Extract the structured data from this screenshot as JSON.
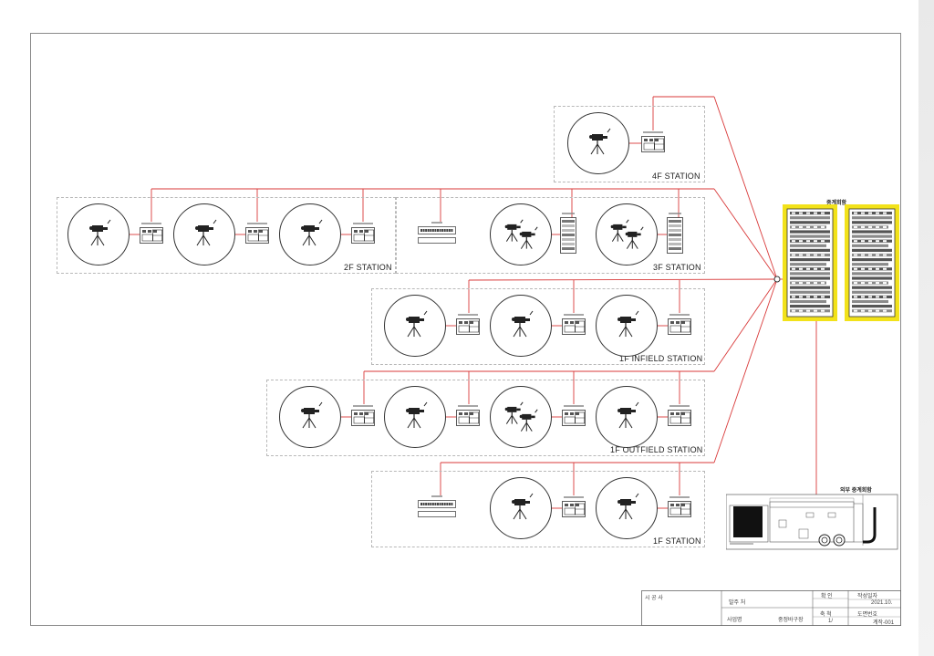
{
  "stations": {
    "s4f": "4F STATION",
    "s2f": "2F STATION",
    "s3f": "3F STATION",
    "s1f_infield": "1F INFIELD STATION",
    "s1f_outfield": "1F OUTFIELD STATION",
    "s1f": "1F STATION"
  },
  "racks": {
    "main_title": "중계회함",
    "truck_title": "외부 중계회함"
  },
  "title_block": {
    "contractor_label": "시 공 사",
    "client_label": "발주 처",
    "project_label": "사업명",
    "project_value": "중정바구장",
    "date_label": "작성일자",
    "date_value": "2021.10.",
    "scale_label": "축 척",
    "scale_value": "1/",
    "drawing_no_label": "도면번호",
    "drawing_no_value": "계작-001",
    "check_label": "확 인"
  },
  "colors": {
    "cable": "#d93a3a",
    "rack_highlight": "#f2e21a",
    "line": "#333333"
  },
  "icons": [
    "camera-icon",
    "tripod-icon",
    "panel-icon",
    "rack-icon",
    "truck-icon"
  ]
}
